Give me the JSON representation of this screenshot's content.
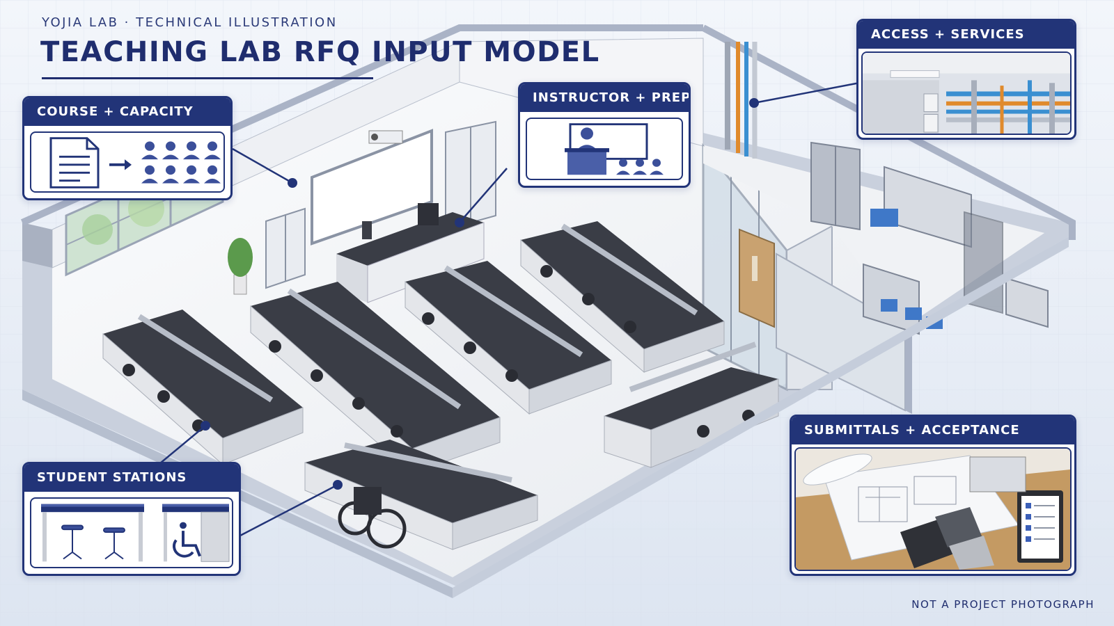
{
  "header": {
    "kicker": "YOJIA LAB · TECHNICAL ILLUSTRATION",
    "title": "TEACHING LAB RFQ INPUT MODEL"
  },
  "panels": {
    "course_capacity": {
      "title": "COURSE + CAPACITY",
      "icons": [
        "document-icon",
        "arrow-right-icon",
        "people-group-icon"
      ]
    },
    "instructor_prep": {
      "title": "INSTRUCTOR + PREP",
      "icons": [
        "presenter-icon",
        "whiteboard-icon",
        "audience-icon"
      ]
    },
    "access_services": {
      "title": "ACCESS + SERVICES"
    },
    "student_stations": {
      "title": "STUDENT STATIONS",
      "icons": [
        "workbench-icon",
        "stool-icon",
        "accessible-station-icon",
        "wheelchair-icon"
      ]
    },
    "submittals_acceptance": {
      "title": "SUBMITTALS + ACCEPTANCE"
    }
  },
  "footer": {
    "note": "NOT A PROJECT PHOTOGRAPH"
  },
  "colors": {
    "navy": "#223478",
    "benchtop": "#3a3d46",
    "cabinet": "#e4e6ea",
    "floor": "#f2f4f7",
    "pipe_blue": "#3a8fd1",
    "pipe_orange": "#e08a2c",
    "door_wood": "#c9a270"
  }
}
